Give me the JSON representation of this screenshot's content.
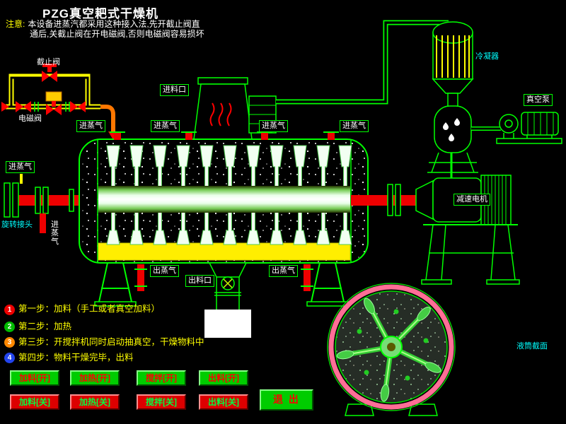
{
  "title": "PZG真空耙式干燥机",
  "notice": {
    "prefix": "注意:",
    "line1": "本设备进蒸汽都采用这种接入法,先开截止阀直",
    "line2": "通后,关截止阀在开电磁阀,否则电磁阀容易损坏"
  },
  "labels": {
    "stop_valve": "截止阀",
    "solenoid_valve": "电磁阀",
    "steam_in_left": "进蒸气",
    "steam_in_1": "进蒸气",
    "steam_in_2": "进蒸气",
    "steam_in_3": "进蒸气",
    "steam_in_4": "进蒸气",
    "steam_in_shaft": "进蒸气",
    "rotary_joint": "旋转接头",
    "feed_port": "进料口",
    "steam_out_1": "出蒸气",
    "steam_out_2": "出蒸气",
    "discharge_port": "出料口",
    "condenser": "冷凝器",
    "vacuum_pump": "真空泵",
    "gear_motor": "减速电机",
    "drum_section": "液筒截面"
  },
  "steps": [
    {
      "num": "1",
      "badge_color": "#ee0000",
      "text": "第一步：加料（手工或者真空加料）"
    },
    {
      "num": "2",
      "badge_color": "#00bb00",
      "text": "第二步：加热"
    },
    {
      "num": "3",
      "badge_color": "#ff8800",
      "text": "第三步：开搅拌机同时启动抽真空，干燥物料中"
    },
    {
      "num": "4",
      "badge_color": "#2244ee",
      "text": "第四步：物料干燥完毕，出料"
    }
  ],
  "buttons": {
    "feed_on": "加料[开]",
    "heat_on": "加热[开]",
    "stir_on": "搅拌[开]",
    "discharge_on": "出料[开]",
    "feed_off": "加料[关]",
    "heat_off": "加热[关]",
    "stir_off": "搅拌[关]",
    "discharge_off": "出料[关]",
    "exit": "退 出"
  },
  "colors": {
    "line_green": "#00ff00",
    "pipe_yellow": "#ffff00",
    "hot_red": "#ff0000",
    "heating_yellow": "#ffee00",
    "ring_pink": "#ff6e96",
    "label_cyan": "#00ffff",
    "step_text_yellow": "#ffff00",
    "button_on_green": "#00cc00",
    "button_off_red": "#dd0000"
  }
}
